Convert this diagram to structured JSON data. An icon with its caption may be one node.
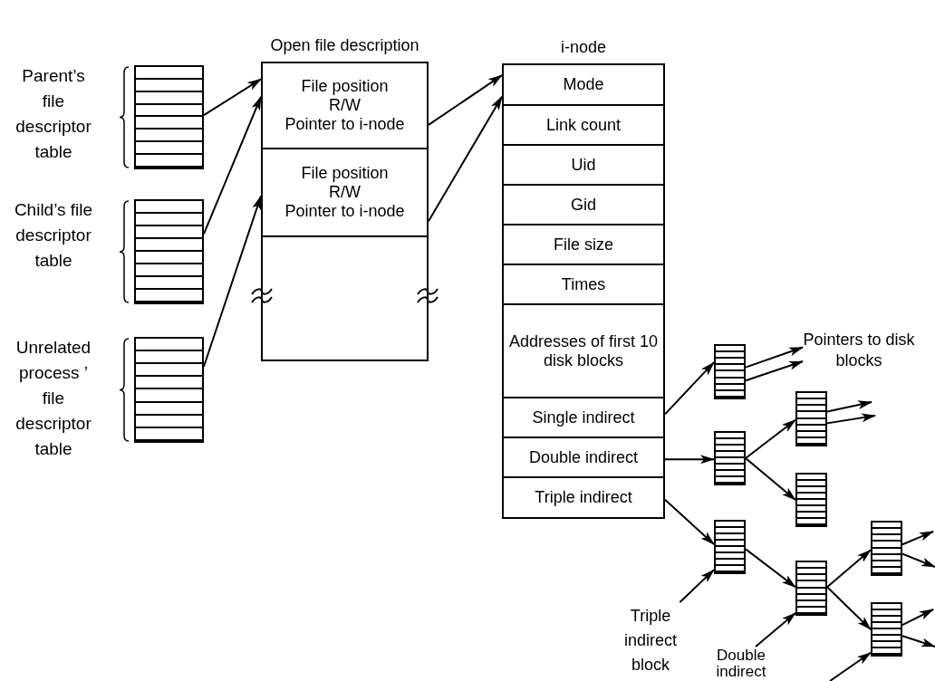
{
  "diagram": {
    "nodes": [
      {
        "text": [],
        "shape": "box",
        "beside": [
          "Parent’s file descriptor table"
        ]
      },
      {
        "text": [],
        "shape": "box",
        "beside": [
          "Child’s file descriptor table"
        ]
      },
      {
        "text": [],
        "shape": "box",
        "beside": [
          "Unrelated process ’ file descriptor table"
        ]
      },
      {
        "text": [
          "Open file description"
        ]
      },
      {
        "text": [
          "File position",
          "R/W",
          "Pointer to i-node"
        ],
        "in": 3
      },
      {
        "text": [
          "File position",
          "R/W",
          "Pointer to i-node"
        ],
        "in": 3
      },
      {
        "text": [
          "i-node"
        ]
      },
      {
        "text": [
          "Mode"
        ],
        "in": 6
      },
      {
        "text": [
          "Link count"
        ],
        "in": 6
      },
      {
        "text": [
          "Uid"
        ],
        "in": 6
      },
      {
        "text": [
          "Gid"
        ],
        "in": 6
      },
      {
        "text": [
          "File size"
        ],
        "in": 6
      },
      {
        "text": [
          "Times"
        ],
        "in": 6
      },
      {
        "text": [
          "Addresses of first 10 disk blocks"
        ],
        "in": 6
      },
      {
        "text": [
          "Single indirect"
        ],
        "in": 6
      },
      {
        "text": [
          "Double indirect"
        ],
        "in": 6
      },
      {
        "text": [
          "Triple indirect"
        ],
        "in": 6
      },
      {
        "text": [],
        "shape": "box"
      },
      {
        "text": [],
        "shape": "box"
      },
      {
        "text": [],
        "shape": "box"
      },
      {
        "text": [],
        "shape": "box"
      },
      {
        "text": [],
        "shape": "box"
      },
      {
        "text": [],
        "shape": "box"
      },
      {
        "text": [],
        "shape": "box"
      },
      {
        "text": [],
        "shape": "box"
      },
      {
        "text": [
          "Pointers to disk blocks"
        ]
      },
      {
        "text": [
          "Triple indirect block"
        ]
      },
      {
        "text": [
          "Double indirect"
        ]
      }
    ],
    "edges": [
      {
        "from": 0,
        "to": 4,
        "arrow": "to"
      },
      {
        "from": 1,
        "to": 4,
        "arrow": "to"
      },
      {
        "from": 2,
        "to": 5,
        "arrow": "to"
      },
      {
        "from": 4,
        "to": 7,
        "arrow": "to"
      },
      {
        "from": 5,
        "to": 7,
        "arrow": "to"
      },
      {
        "from": 14,
        "to": 17,
        "arrow": "to"
      },
      {
        "from": 15,
        "to": 18,
        "arrow": "to"
      },
      {
        "from": 16,
        "to": 21,
        "arrow": "to"
      },
      {
        "from": 17,
        "to": 25,
        "arrow": "to"
      },
      {
        "from": 17,
        "to": 25,
        "arrow": "to"
      },
      {
        "from": 18,
        "to": 19,
        "arrow": "to"
      },
      {
        "from": 18,
        "to": 20,
        "arrow": "to"
      },
      {
        "from": 19,
        "to": null,
        "arrow": "to"
      },
      {
        "from": 19,
        "to": null,
        "arrow": "to"
      },
      {
        "from": 21,
        "to": 22,
        "arrow": "to"
      },
      {
        "from": 22,
        "to": 23,
        "arrow": "to"
      },
      {
        "from": 22,
        "to": 24,
        "arrow": "to"
      },
      {
        "from": 23,
        "to": null,
        "arrow": "to"
      },
      {
        "from": 23,
        "to": null,
        "arrow": "to"
      },
      {
        "from": 24,
        "to": null,
        "arrow": "to"
      },
      {
        "from": 24,
        "to": null,
        "arrow": "to"
      },
      {
        "from": 26,
        "to": 21,
        "arrow": "to"
      },
      {
        "from": 27,
        "to": 22,
        "arrow": "to"
      },
      {
        "from": null,
        "to": 24,
        "arrow": "to"
      }
    ]
  }
}
